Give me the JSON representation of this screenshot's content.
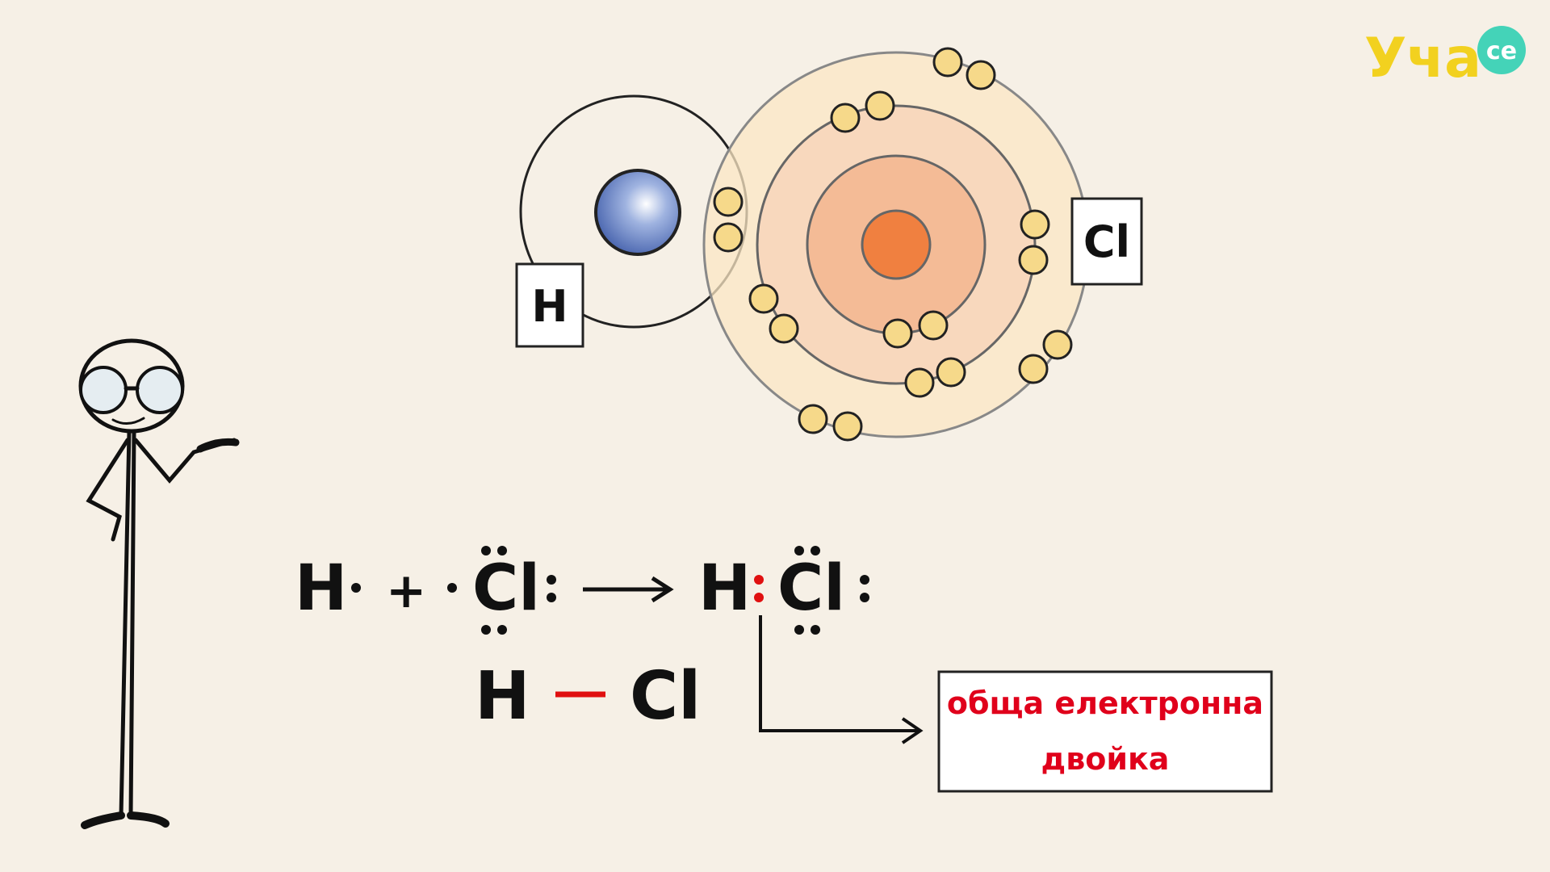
{
  "logo": {
    "text": "Уча",
    "badge": "се"
  },
  "atoms": {
    "hydrogen_label": "H",
    "chlorine_label": "Cl",
    "colors": {
      "h_nucleus": "#4f6fb8",
      "cl_nucleus": "#f08040",
      "electron": "#f6d98a",
      "shell_outer": "#fbe7c4",
      "shell_middle": "#f8d8bd",
      "shell_inner": "#f4bb96"
    }
  },
  "equation": {
    "h_left": "H",
    "plus": "+",
    "cl_left": "Cl",
    "h_right": "H",
    "cl_right": "Cl"
  },
  "structural": {
    "h": "H",
    "cl": "Cl",
    "bond_color": "#e01010"
  },
  "callout": {
    "line1": "обща електронна",
    "line2": "двойка",
    "color": "#e0001b"
  }
}
